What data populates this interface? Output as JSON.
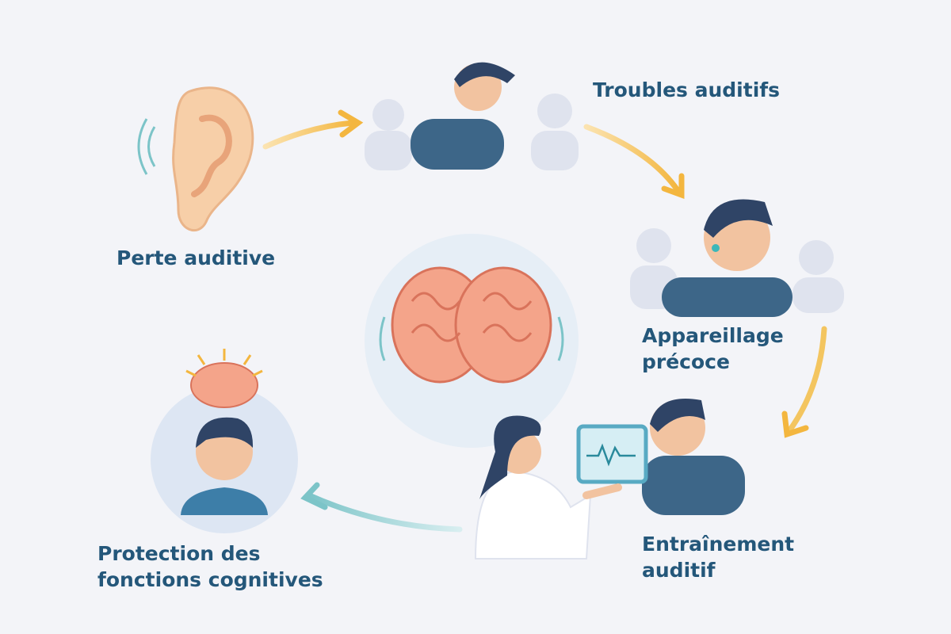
{
  "steps": [
    {
      "label": "Perte auditive"
    },
    {
      "label": "Troubles auditifs"
    },
    {
      "label_line1": "Appareillage",
      "label_line2": "précoce"
    },
    {
      "label_line1": "Entraînement",
      "label_line2": "auditif"
    },
    {
      "label_line1": "Protection des",
      "label_line2": "fonctions cognitives"
    }
  ],
  "colors": {
    "text": "#24577a",
    "arrow_warm": "#f3b63f",
    "arrow_cool": "#7cc4c8",
    "background": "#f3f4f8"
  }
}
